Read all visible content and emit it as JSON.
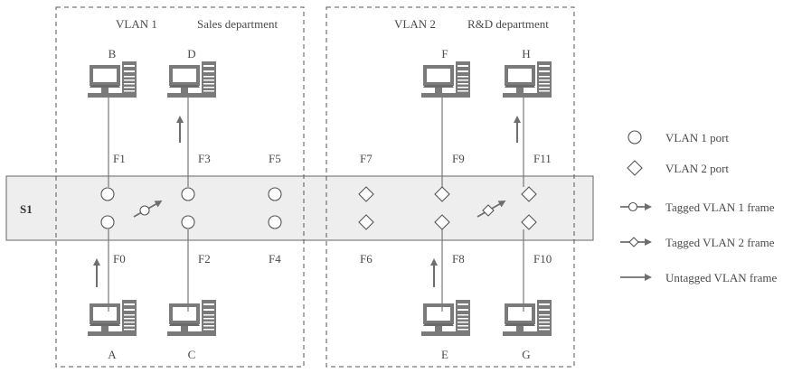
{
  "switch": {
    "name": "S1"
  },
  "vlans": [
    {
      "title": "VLAN 1",
      "department": "Sales department"
    },
    {
      "title": "VLAN 2",
      "department": "R&D department"
    }
  ],
  "hosts": [
    "A",
    "B",
    "C",
    "D",
    "E",
    "F",
    "G",
    "H"
  ],
  "ports": [
    "F0",
    "F1",
    "F2",
    "F3",
    "F4",
    "F5",
    "F6",
    "F7",
    "F8",
    "F9",
    "F10",
    "F11"
  ],
  "legend": [
    {
      "label": "VLAN 1 port",
      "icon": "circle-icon"
    },
    {
      "label": "VLAN 2 port",
      "icon": "diamond-icon"
    },
    {
      "label": "Tagged VLAN 1 frame",
      "icon": "tagged-circle-arrow-icon"
    },
    {
      "label": "Tagged VLAN 2 frame",
      "icon": "tagged-diamond-arrow-icon"
    },
    {
      "label": "Untagged VLAN frame",
      "icon": "arrow-icon"
    }
  ],
  "colors": {
    "line": "#555555",
    "band_fill": "#eeeeee",
    "icon_fill": "#7a7a7a",
    "arrow": "#6e6e6e"
  }
}
